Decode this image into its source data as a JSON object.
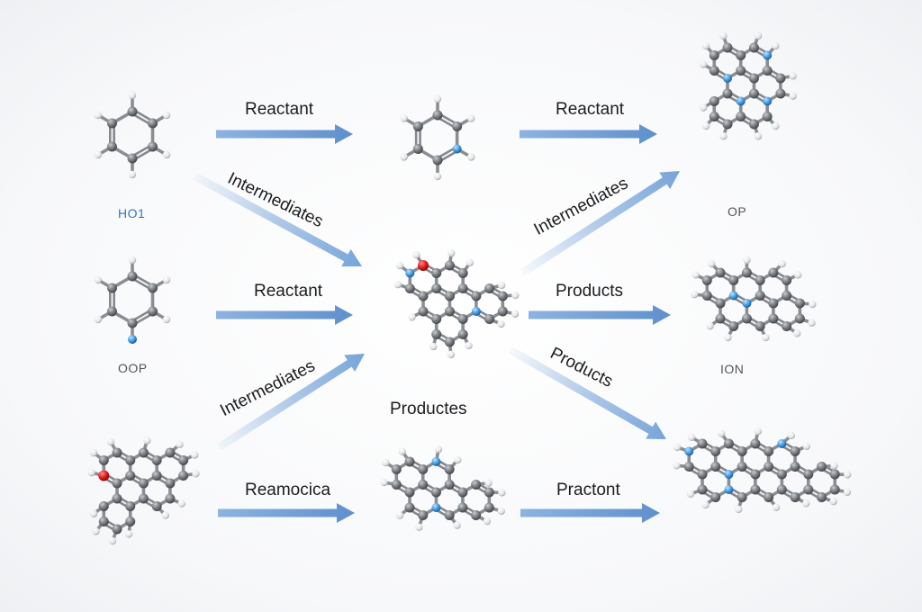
{
  "colors": {
    "arrow": "#6f9fd6",
    "arrow_light": "#d6e4f5",
    "carbon": "#7a7d82",
    "carbon_edge": "#4d5055",
    "hydrogen": "#e6e8eb",
    "nitrogen": "#3f9ae0",
    "oxygen": "#e01a1a",
    "bond": "#8c8f94"
  },
  "labels": {
    "reactant_1": "Reactant",
    "reactant_2": "Reactant",
    "reactant_3": "Reactant",
    "reactant_4": "Reamocica",
    "reactant_5": "Practont",
    "intermediates_1": "Intermediates",
    "intermediates_2": "Intermediates",
    "intermediates_3": "Intermediates",
    "products_1": "Products",
    "products_2": "Products",
    "products_3": "Productes"
  },
  "captions": {
    "molecule_1": "HO1",
    "molecule_2": "OOP",
    "molecule_3": "OP",
    "molecule_4": "ION"
  }
}
